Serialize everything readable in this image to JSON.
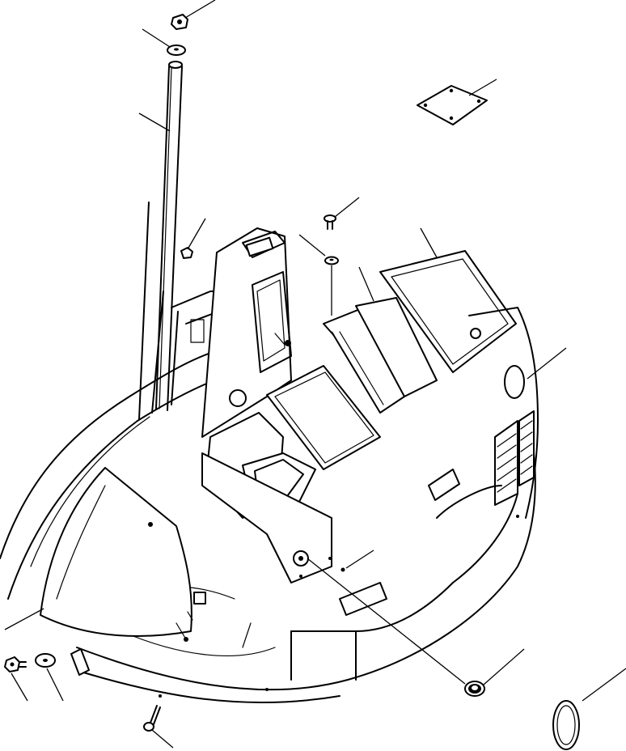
{
  "diagram": {
    "parts": [
      {
        "name": "top-nut"
      },
      {
        "name": "top-washer"
      },
      {
        "name": "vertical-rod"
      },
      {
        "name": "access-cover-plate"
      },
      {
        "name": "small-bolt-upper"
      },
      {
        "name": "flat-washer-upper"
      },
      {
        "name": "console-post"
      },
      {
        "name": "right-side-panel"
      },
      {
        "name": "left-dome-cover"
      },
      {
        "name": "grommet"
      },
      {
        "name": "round-seal"
      },
      {
        "name": "bolt-bottom-left"
      },
      {
        "name": "washer-bottom-left"
      },
      {
        "name": "bolt-bottom-center"
      }
    ]
  }
}
